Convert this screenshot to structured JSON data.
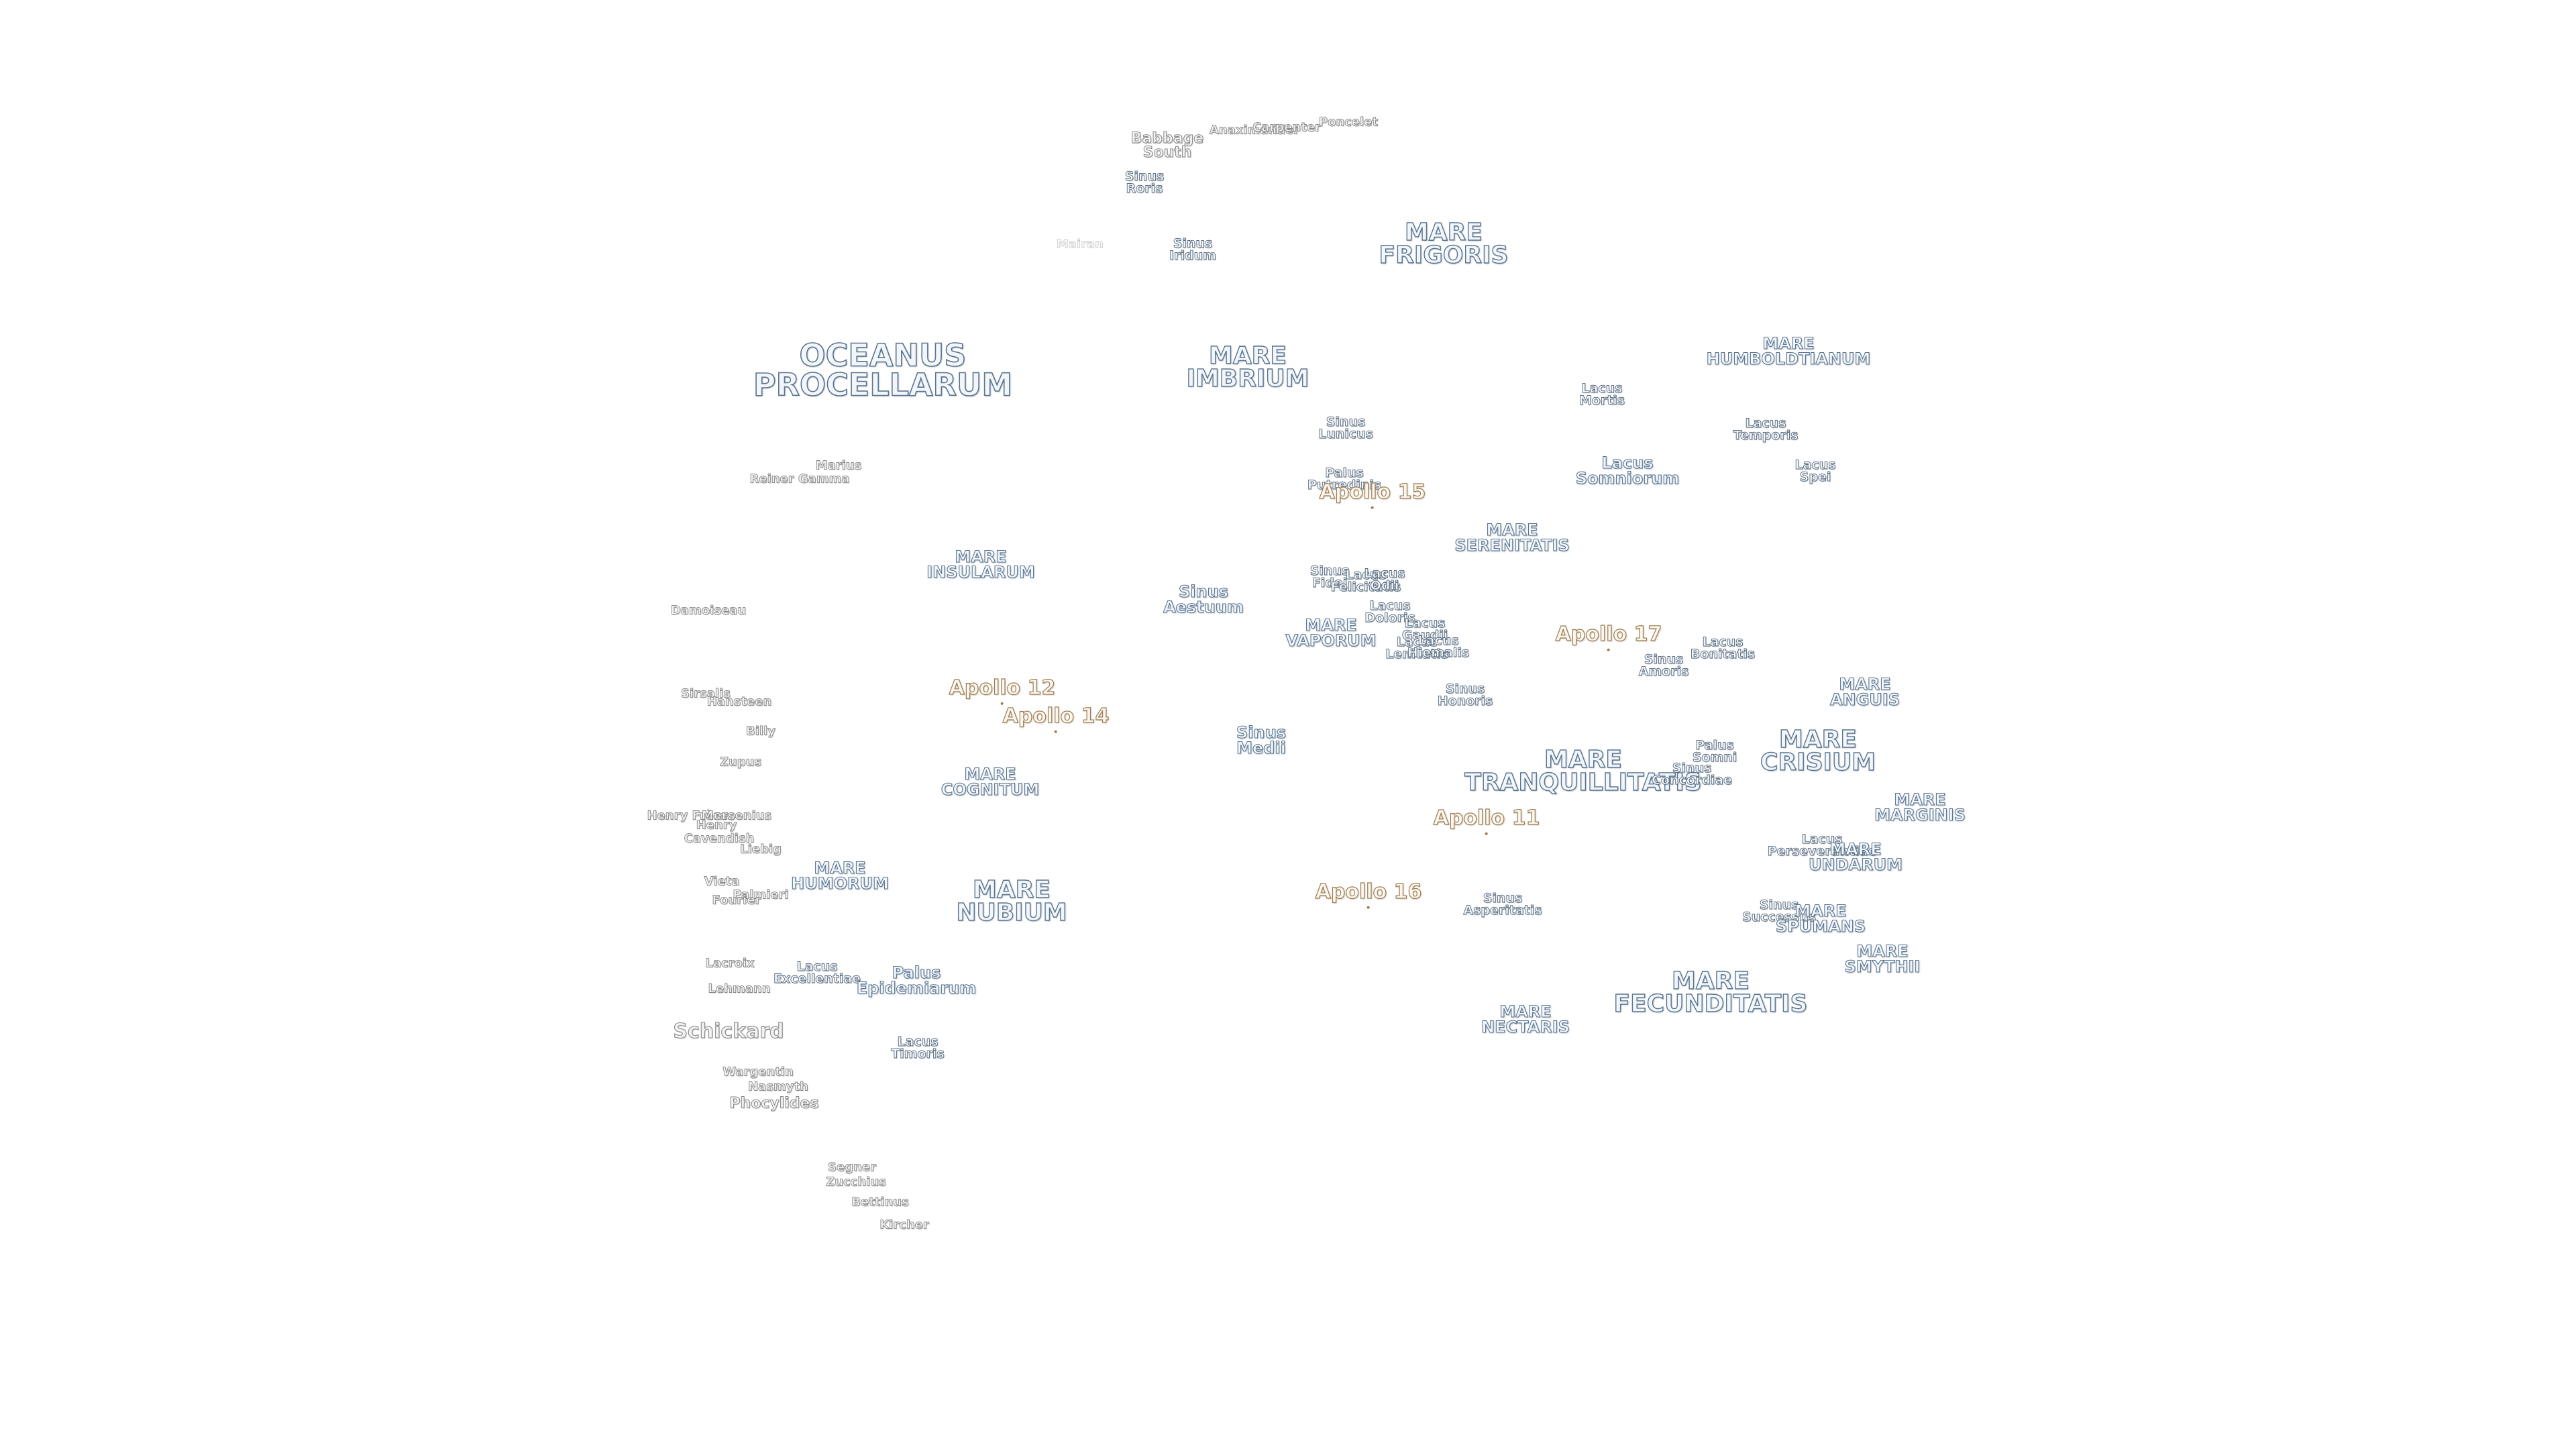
{
  "labels": [
    {
      "id": "babbage-south",
      "text": "Babbage\nSouth",
      "cls": "crater-med"
    },
    {
      "id": "anaximander",
      "text": "Anaximander",
      "cls": "crater"
    },
    {
      "id": "carpenter",
      "text": "Carpenter",
      "cls": "crater"
    },
    {
      "id": "poncelet",
      "text": "Poncelet",
      "cls": "crater"
    },
    {
      "id": "sinus-roris",
      "text": "Sinus\nRoris",
      "cls": "minor"
    },
    {
      "id": "mare-frigoris",
      "text": "MARE\nFRIGORIS",
      "cls": "mare"
    },
    {
      "id": "sinus-iridum",
      "text": "Sinus\nIridum",
      "cls": "minor"
    },
    {
      "id": "mairan",
      "text": "Mairan",
      "cls": "faint"
    },
    {
      "id": "oceanus-procellarum",
      "text": "OCEANUS\nPROCELLARUM",
      "cls": "mare-big"
    },
    {
      "id": "mare-imbrium",
      "text": "MARE\nIMBRIUM",
      "cls": "mare"
    },
    {
      "id": "mare-humboldtianum",
      "text": "MARE\nHUMBOLDTIANUM",
      "cls": "mare-sm"
    },
    {
      "id": "lacus-mortis",
      "text": "Lacus\nMortis",
      "cls": "minor"
    },
    {
      "id": "sinus-lunicus",
      "text": "Sinus\nLunicus",
      "cls": "minor"
    },
    {
      "id": "lacus-temporis",
      "text": "Lacus\nTemporis",
      "cls": "minor"
    },
    {
      "id": "lacus-somniorum",
      "text": "Lacus\nSomniorum",
      "cls": "mare-sm"
    },
    {
      "id": "lacus-spei",
      "text": "Lacus\nSpei",
      "cls": "minor"
    },
    {
      "id": "marius",
      "text": "Marius",
      "cls": "crater"
    },
    {
      "id": "reiner-gamma",
      "text": "Reiner Gamma",
      "cls": "crater"
    },
    {
      "id": "palus-putredinis",
      "text": "Palus\nPutredinis",
      "cls": "minor"
    },
    {
      "id": "apollo-15",
      "text": "Apollo 15",
      "cls": "apollo"
    },
    {
      "id": "mare-serenitatis",
      "text": "MARE\nSERENITATIS",
      "cls": "mare-sm"
    },
    {
      "id": "mare-insularum",
      "text": "MARE\nINSULARUM",
      "cls": "mare-sm"
    },
    {
      "id": "sinus-aestuum",
      "text": "Sinus\nAestuum",
      "cls": "mare-sm"
    },
    {
      "id": "sinus-fidei",
      "text": "Sinus\nFidei",
      "cls": "minor"
    },
    {
      "id": "lacus-felicitatis",
      "text": "Lacus\nFelicitatis",
      "cls": "minor"
    },
    {
      "id": "lacus-odii",
      "text": "Lacus\nOdii",
      "cls": "minor"
    },
    {
      "id": "lacus-doloris",
      "text": "Lacus\nDoloris",
      "cls": "minor"
    },
    {
      "id": "mare-vaporum",
      "text": "MARE\nVAPORUM",
      "cls": "mare-sm"
    },
    {
      "id": "lacus-gaudii",
      "text": "Lacus\nGaudii",
      "cls": "minor"
    },
    {
      "id": "lacus-lenitatis",
      "text": "Lacus\nLenitatis",
      "cls": "minor"
    },
    {
      "id": "lacus-hiemalis",
      "text": "Lacus\nHiemalis",
      "cls": "minor"
    },
    {
      "id": "damoiseau",
      "text": "Damoiseau",
      "cls": "crater"
    },
    {
      "id": "apollo-17",
      "text": "Apollo 17",
      "cls": "apollo"
    },
    {
      "id": "lacus-bonitatis",
      "text": "Lacus\nBonitatis",
      "cls": "minor"
    },
    {
      "id": "sinus-amoris",
      "text": "Sinus\nAmoris",
      "cls": "minor"
    },
    {
      "id": "sirsalis",
      "text": "Sirsalis",
      "cls": "crater"
    },
    {
      "id": "hansteen",
      "text": "Hansteen",
      "cls": "crater"
    },
    {
      "id": "apollo-12",
      "text": "Apollo 12",
      "cls": "apollo"
    },
    {
      "id": "sinus-honoris",
      "text": "Sinus\nHonoris",
      "cls": "minor"
    },
    {
      "id": "mare-anguis",
      "text": "MARE\nANGUIS",
      "cls": "mare-sm"
    },
    {
      "id": "apollo-14",
      "text": "Apollo 14",
      "cls": "apollo"
    },
    {
      "id": "billy",
      "text": "Billy",
      "cls": "crater"
    },
    {
      "id": "sinus-medii",
      "text": "Sinus\nMedii",
      "cls": "mare-sm"
    },
    {
      "id": "mare-crisium",
      "text": "MARE\nCRISIUM",
      "cls": "mare"
    },
    {
      "id": "palus-somni",
      "text": "Palus\nSomni",
      "cls": "minor"
    },
    {
      "id": "zupus",
      "text": "Zupus",
      "cls": "crater"
    },
    {
      "id": "mare-tranquillitatis",
      "text": "MARE\nTRANQUILLITATIS",
      "cls": "mare"
    },
    {
      "id": "sinus-concordiae",
      "text": "Sinus\nConcordiae",
      "cls": "minor"
    },
    {
      "id": "mare-cognitum",
      "text": "MARE\nCOGNITUM",
      "cls": "mare-sm"
    },
    {
      "id": "mare-marginis",
      "text": "MARE\nMARGINIS",
      "cls": "mare-sm"
    },
    {
      "id": "henry-freres",
      "text": "Henry Frères",
      "cls": "crater"
    },
    {
      "id": "mersenius",
      "text": "Mersenius",
      "cls": "crater"
    },
    {
      "id": "henry",
      "text": "Henry",
      "cls": "crater"
    },
    {
      "id": "apollo-11",
      "text": "Apollo 11",
      "cls": "apollo"
    },
    {
      "id": "cavendish",
      "text": "Cavendish",
      "cls": "crater"
    },
    {
      "id": "liebig",
      "text": "Liebig",
      "cls": "crater"
    },
    {
      "id": "lacus-perseverantiae",
      "text": "Lacus\nPerseverantiae",
      "cls": "minor"
    },
    {
      "id": "mare-undarum",
      "text": "MARE\nUNDARUM",
      "cls": "mare-sm"
    },
    {
      "id": "mare-humorum",
      "text": "MARE\nHUMORUM",
      "cls": "mare-sm"
    },
    {
      "id": "vieta",
      "text": "Vieta",
      "cls": "crater"
    },
    {
      "id": "palmieri",
      "text": "Palmieri",
      "cls": "crater"
    },
    {
      "id": "fourier",
      "text": "Fourier",
      "cls": "crater"
    },
    {
      "id": "mare-nubium",
      "text": "MARE\nNUBIUM",
      "cls": "mare"
    },
    {
      "id": "apollo-16",
      "text": "Apollo 16",
      "cls": "apollo"
    },
    {
      "id": "sinus-asperitatis",
      "text": "Sinus\nAsperitatis",
      "cls": "minor"
    },
    {
      "id": "sinus-successus",
      "text": "Sinus\nSuccessus",
      "cls": "minor"
    },
    {
      "id": "mare-spumans",
      "text": "MARE\nSPUMANS",
      "cls": "mare-sm"
    },
    {
      "id": "mare-smythii",
      "text": "MARE\nSMYTHII",
      "cls": "mare-sm"
    },
    {
      "id": "lacroix",
      "text": "Lacroix",
      "cls": "crater"
    },
    {
      "id": "lacus-excellentiae",
      "text": "Lacus\nExcellentiae",
      "cls": "minor"
    },
    {
      "id": "palus-epidemiarum",
      "text": "Palus\nEpidemiarum",
      "cls": "mare-sm"
    },
    {
      "id": "lehmann",
      "text": "Lehmann",
      "cls": "crater"
    },
    {
      "id": "mare-fecunditatis",
      "text": "MARE\nFECUNDITATIS",
      "cls": "mare"
    },
    {
      "id": "mare-nectaris",
      "text": "MARE\nNECTARIS",
      "cls": "mare-sm"
    },
    {
      "id": "schickard",
      "text": "Schickard",
      "cls": "crater-big"
    },
    {
      "id": "lacus-timoris",
      "text": "Lacus\nTimoris",
      "cls": "minor"
    },
    {
      "id": "wargentin",
      "text": "Wargentin",
      "cls": "crater"
    },
    {
      "id": "nasmyth",
      "text": "Nasmyth",
      "cls": "crater"
    },
    {
      "id": "phocylides",
      "text": "Phocylides",
      "cls": "crater-med"
    },
    {
      "id": "segner",
      "text": "Segner",
      "cls": "crater"
    },
    {
      "id": "zucchius",
      "text": "Zucchius",
      "cls": "crater"
    },
    {
      "id": "bettinus",
      "text": "Bettinus",
      "cls": "crater"
    },
    {
      "id": "kircher",
      "text": "Kircher",
      "cls": "crater"
    }
  ]
}
